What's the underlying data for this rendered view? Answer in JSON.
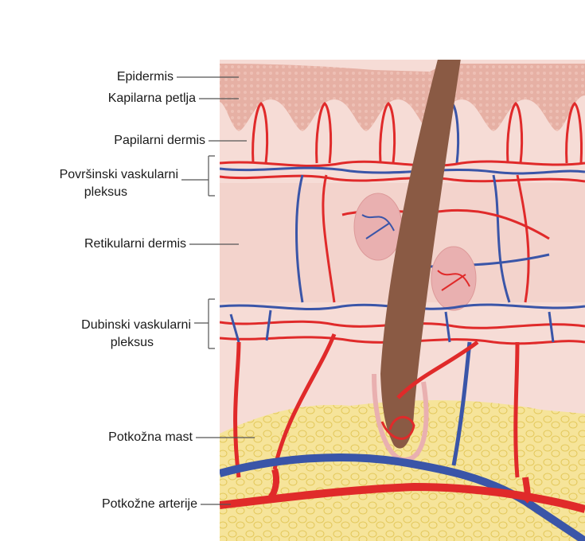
{
  "labels": {
    "epidermis": "Epidermis",
    "capillary_loop": "Kapilarna petlja",
    "papillary_dermis": "Papilarni dermis",
    "superficial_plexus_line1": "Površinski vaskularni",
    "superficial_plexus_line2": "pleksus",
    "reticular_dermis": "Retikularni dermis",
    "deep_plexus_line1": "Dubinski vaskularni",
    "deep_plexus_line2": "pleksus",
    "subcutaneous_fat": "Potkožna mast",
    "subcutaneous_arteries": "Potkožne arterije"
  },
  "colors": {
    "epidermis": "#e8b4a8",
    "dermis": "#f6dcd6",
    "fat": "#f6e49a",
    "artery": "#e02a2a",
    "vein": "#3a55a8",
    "hair": "#8a5a44",
    "leader_line": "#555555"
  }
}
